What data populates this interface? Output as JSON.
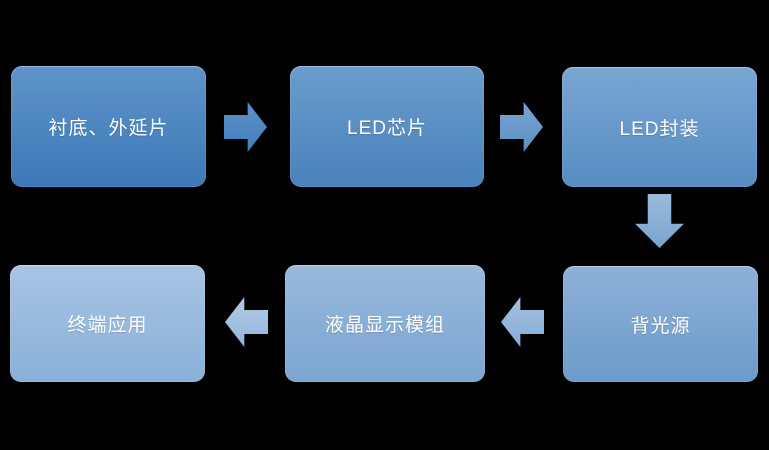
{
  "diagram": {
    "type": "process-flow",
    "background_color": "#000000",
    "text_color": "#ffffff",
    "nodes": [
      {
        "id": "substrate-epitaxial-wafer",
        "label": "衬底、外延片",
        "row": 1,
        "order": 1,
        "color_top": "#5e94c8",
        "color_bottom": "#3d79b7"
      },
      {
        "id": "led-chip",
        "label": "LED芯片",
        "row": 1,
        "order": 2,
        "color_top": "#6a9ccc",
        "color_bottom": "#4a82bc"
      },
      {
        "id": "led-package",
        "label": "LED封装",
        "row": 1,
        "order": 3,
        "color_top": "#79a6d2",
        "color_bottom": "#578cc2"
      },
      {
        "id": "backlight-source",
        "label": "背光源",
        "row": 2,
        "order": 4,
        "color_top": "#8db1d8",
        "color_bottom": "#6d9aca"
      },
      {
        "id": "lcd-display-module",
        "label": "液晶显示模组",
        "row": 2,
        "order": 5,
        "color_top": "#99b9dd",
        "color_bottom": "#7ba5d0"
      },
      {
        "id": "end-application",
        "label": "终端应用",
        "row": 2,
        "order": 6,
        "color_top": "#a7c4e3",
        "color_bottom": "#8ab0d7"
      }
    ],
    "connectors": [
      {
        "from": "衬底、外延片",
        "to": "LED芯片",
        "direction": "right",
        "color": "#4e86bf"
      },
      {
        "from": "LED芯片",
        "to": "LED封装",
        "direction": "right",
        "color": "#6a9ccb"
      },
      {
        "from": "LED封装",
        "to": "背光源",
        "direction": "down",
        "color": "#8aafd6"
      },
      {
        "from": "背光源",
        "to": "液晶显示模组",
        "direction": "left",
        "color": "#95b7dc"
      },
      {
        "from": "液晶显示模组",
        "to": "终端应用",
        "direction": "left",
        "color": "#a2c0e0"
      }
    ]
  }
}
